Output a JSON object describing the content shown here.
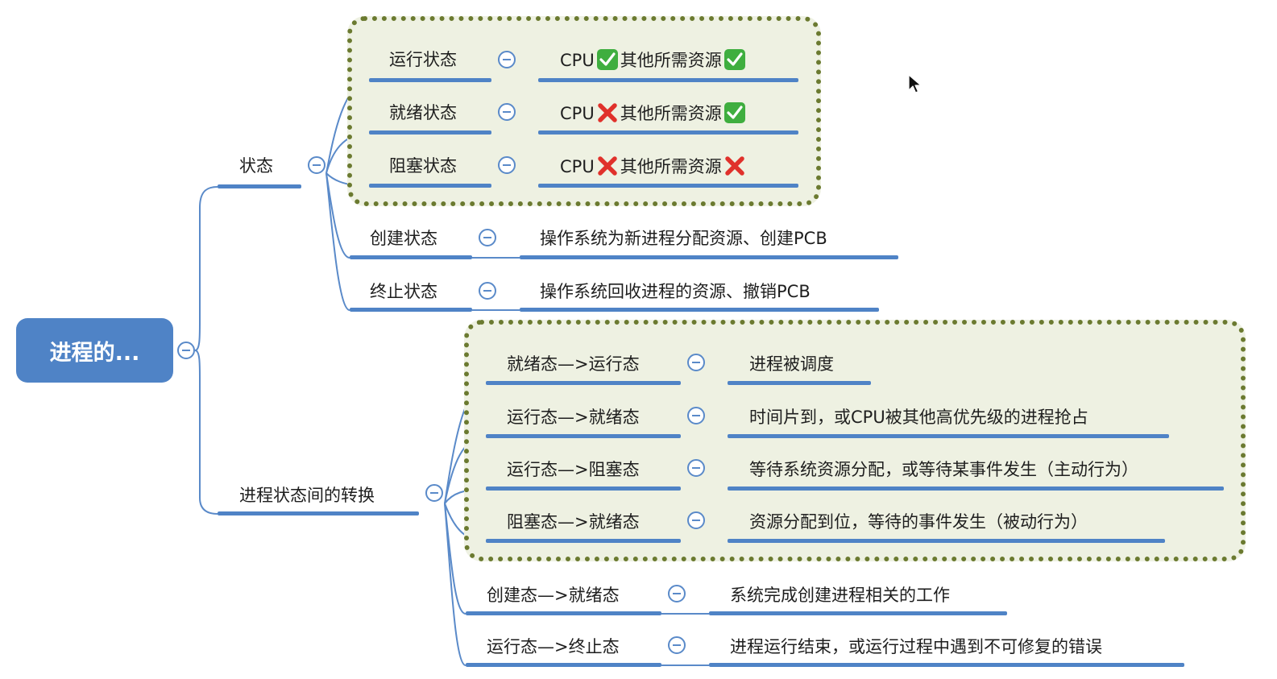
{
  "root": {
    "label": "进程的..."
  },
  "states": {
    "label": "状态",
    "items": [
      {
        "label": "运行状态",
        "desc_before": "CPU",
        "desc_middle": "其他所需资源",
        "cpu_mark": "check-icon",
        "resource_mark": "check-icon"
      },
      {
        "label": "就绪状态",
        "desc_before": "CPU",
        "desc_middle": "其他所需资源",
        "cpu_mark": "cross-icon",
        "resource_mark": "check-icon"
      },
      {
        "label": "阻塞状态",
        "desc_before": "CPU",
        "desc_middle": "其他所需资源",
        "cpu_mark": "cross-icon",
        "resource_mark": "cross-icon"
      },
      {
        "label": "创建状态",
        "desc": "操作系统为新进程分配资源、创建PCB"
      },
      {
        "label": "终止状态",
        "desc": "操作系统回收进程的资源、撤销PCB"
      }
    ]
  },
  "transitions": {
    "label": "进程状态间的转换",
    "items": [
      {
        "label": "就绪态—>运行态",
        "desc": "进程被调度"
      },
      {
        "label": "运行态—>就绪态",
        "desc": "时间片到，或CPU被其他高优先级的进程抢占"
      },
      {
        "label": "运行态—>阻塞态",
        "desc": "等待系统资源分配，或等待某事件发生（主动行为）"
      },
      {
        "label": "阻塞态—>就绪态",
        "desc": "资源分配到位，等待的事件发生（被动行为）"
      },
      {
        "label": "创建态—>就绪态",
        "desc": "系统完成创建进程相关的工作"
      },
      {
        "label": "运行态—>终止态",
        "desc": "进程运行结束，或运行过程中遇到不可修复的错误"
      }
    ]
  },
  "colors": {
    "branch": "#4f83c6",
    "connector": "#5a8ac9",
    "group_border": "#6b7a30",
    "group_fill": "#eef1e2",
    "check": "#3fae3f",
    "cross": "#e0312b"
  }
}
